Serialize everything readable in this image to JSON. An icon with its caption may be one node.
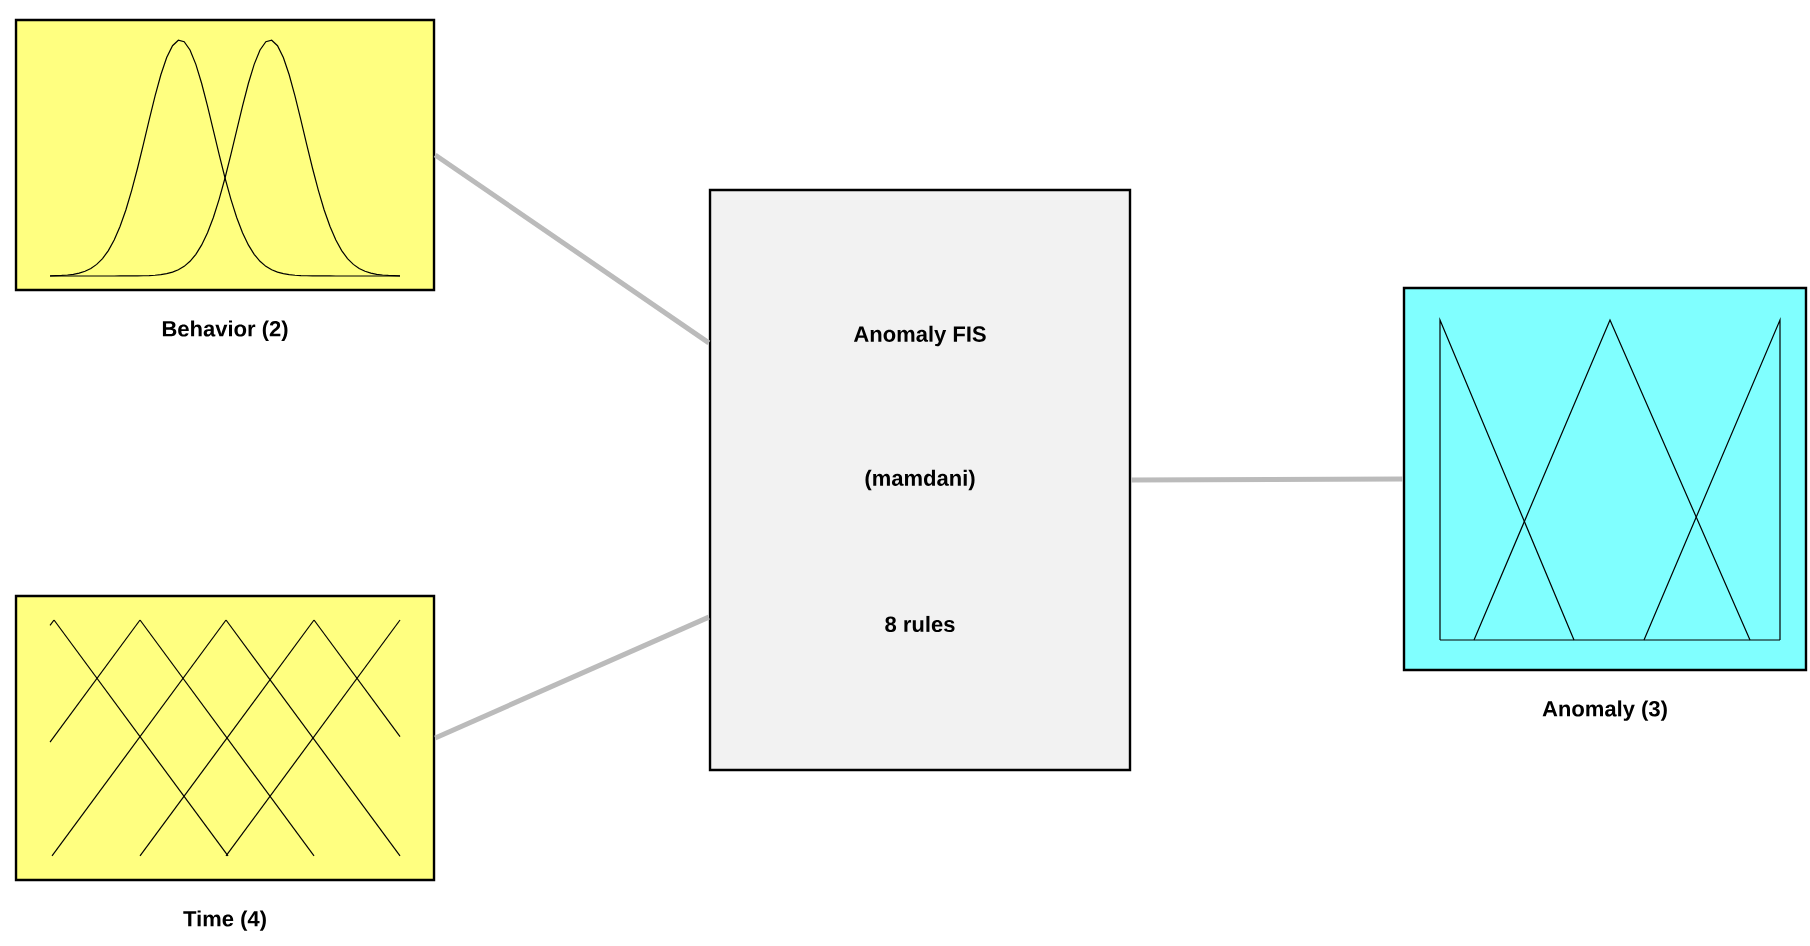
{
  "diagram": {
    "nodes": [
      {
        "text": [
          "Behavior (2)"
        ]
      },
      {
        "text": [
          "Time (4)"
        ]
      },
      {
        "text": [
          "Anomaly FIS",
          "(mamdani)",
          "8 rules"
        ]
      },
      {
        "text": [
          "Anomaly (3)"
        ]
      }
    ],
    "edges": [
      {
        "from": 0,
        "to": 2,
        "arrow": "none"
      },
      {
        "from": 1,
        "to": 2,
        "arrow": "none"
      },
      {
        "from": 2,
        "to": 3,
        "arrow": "none"
      }
    ]
  }
}
